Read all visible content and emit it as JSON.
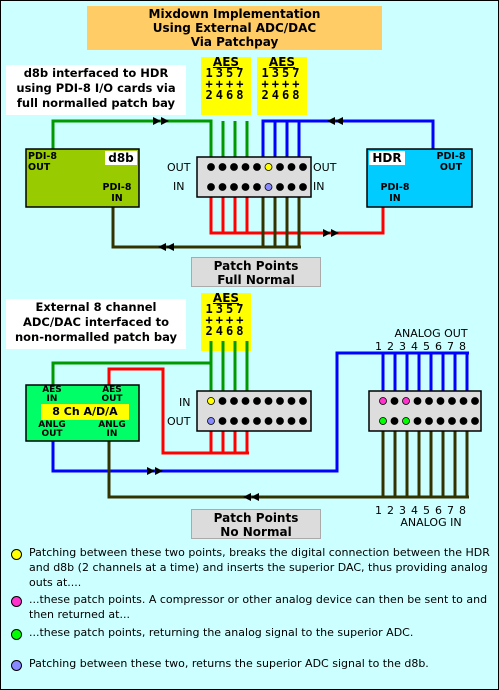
{
  "title": {
    "line1": "Mixdown Implementation",
    "line2": "Using External ADC/DAC",
    "line3": "Via Patchpay"
  },
  "caption_top": {
    "line1": "d8b interfaced to HDR",
    "line2": "using PDI-8 I/O cards via",
    "line3": "full normalled patch bay"
  },
  "caption_mid": {
    "line1": "External 8 channel",
    "line2": "ADC/DAC interfaced to",
    "line3": "non-normalled patch bay"
  },
  "aes": {
    "label": "AES",
    "odd": "1357",
    "plus": "++++",
    "even": "2468"
  },
  "d8b": {
    "name": "d8b",
    "out": "PDI-8\nOUT",
    "in": "PDI-8\nIN"
  },
  "hdr": {
    "name": "HDR",
    "out": "PDI-8\nOUT",
    "in": "PDI-8\nIN"
  },
  "bay1": {
    "out": "OUT",
    "in": "IN"
  },
  "bay2": {
    "in": "IN",
    "out": "OUT"
  },
  "adc": {
    "aes_in": "AES\nIN",
    "aes_out": "AES\nOUT",
    "name": "8 Ch A/D/A",
    "anlg_out": "ANLG\nOUT",
    "anlg_in": "ANLG\nIN"
  },
  "patch_full": {
    "line1": "Patch Points",
    "line2": "Full Normal"
  },
  "patch_none": {
    "line1": "Patch Points",
    "line2": "No Normal"
  },
  "analog_out": "ANALOG OUT",
  "analog_in": "ANALOG IN",
  "analog_numbers": [
    "1",
    "2",
    "3",
    "4",
    "5",
    "6",
    "7",
    "8"
  ],
  "colors": {
    "green": "#009900",
    "blue": "#0000ff",
    "red": "#ff0000",
    "olive": "#333300",
    "yellow": "#ffff00",
    "magenta": "#ff33cc",
    "lime": "#00ff00",
    "violet": "#8888ff",
    "d8b_fill": "#99cc00",
    "hdr_fill": "#00ccff"
  },
  "legend": [
    {
      "color": "yellow",
      "text": "Patching between these two points, breaks the digital connection between the HDR and d8b (2 channels at a time) and inserts the superior DAC, thus providing analog outs at...."
    },
    {
      "color": "magenta",
      "text": "...these patch points. A compressor or other analog device can then be sent to and then returned at..."
    },
    {
      "color": "lime",
      "text": "...these patch points, returning the analog signal to the superior ADC."
    },
    {
      "color": "violet",
      "text": "Patching between these two, returns the superior ADC signal to the d8b."
    }
  ]
}
